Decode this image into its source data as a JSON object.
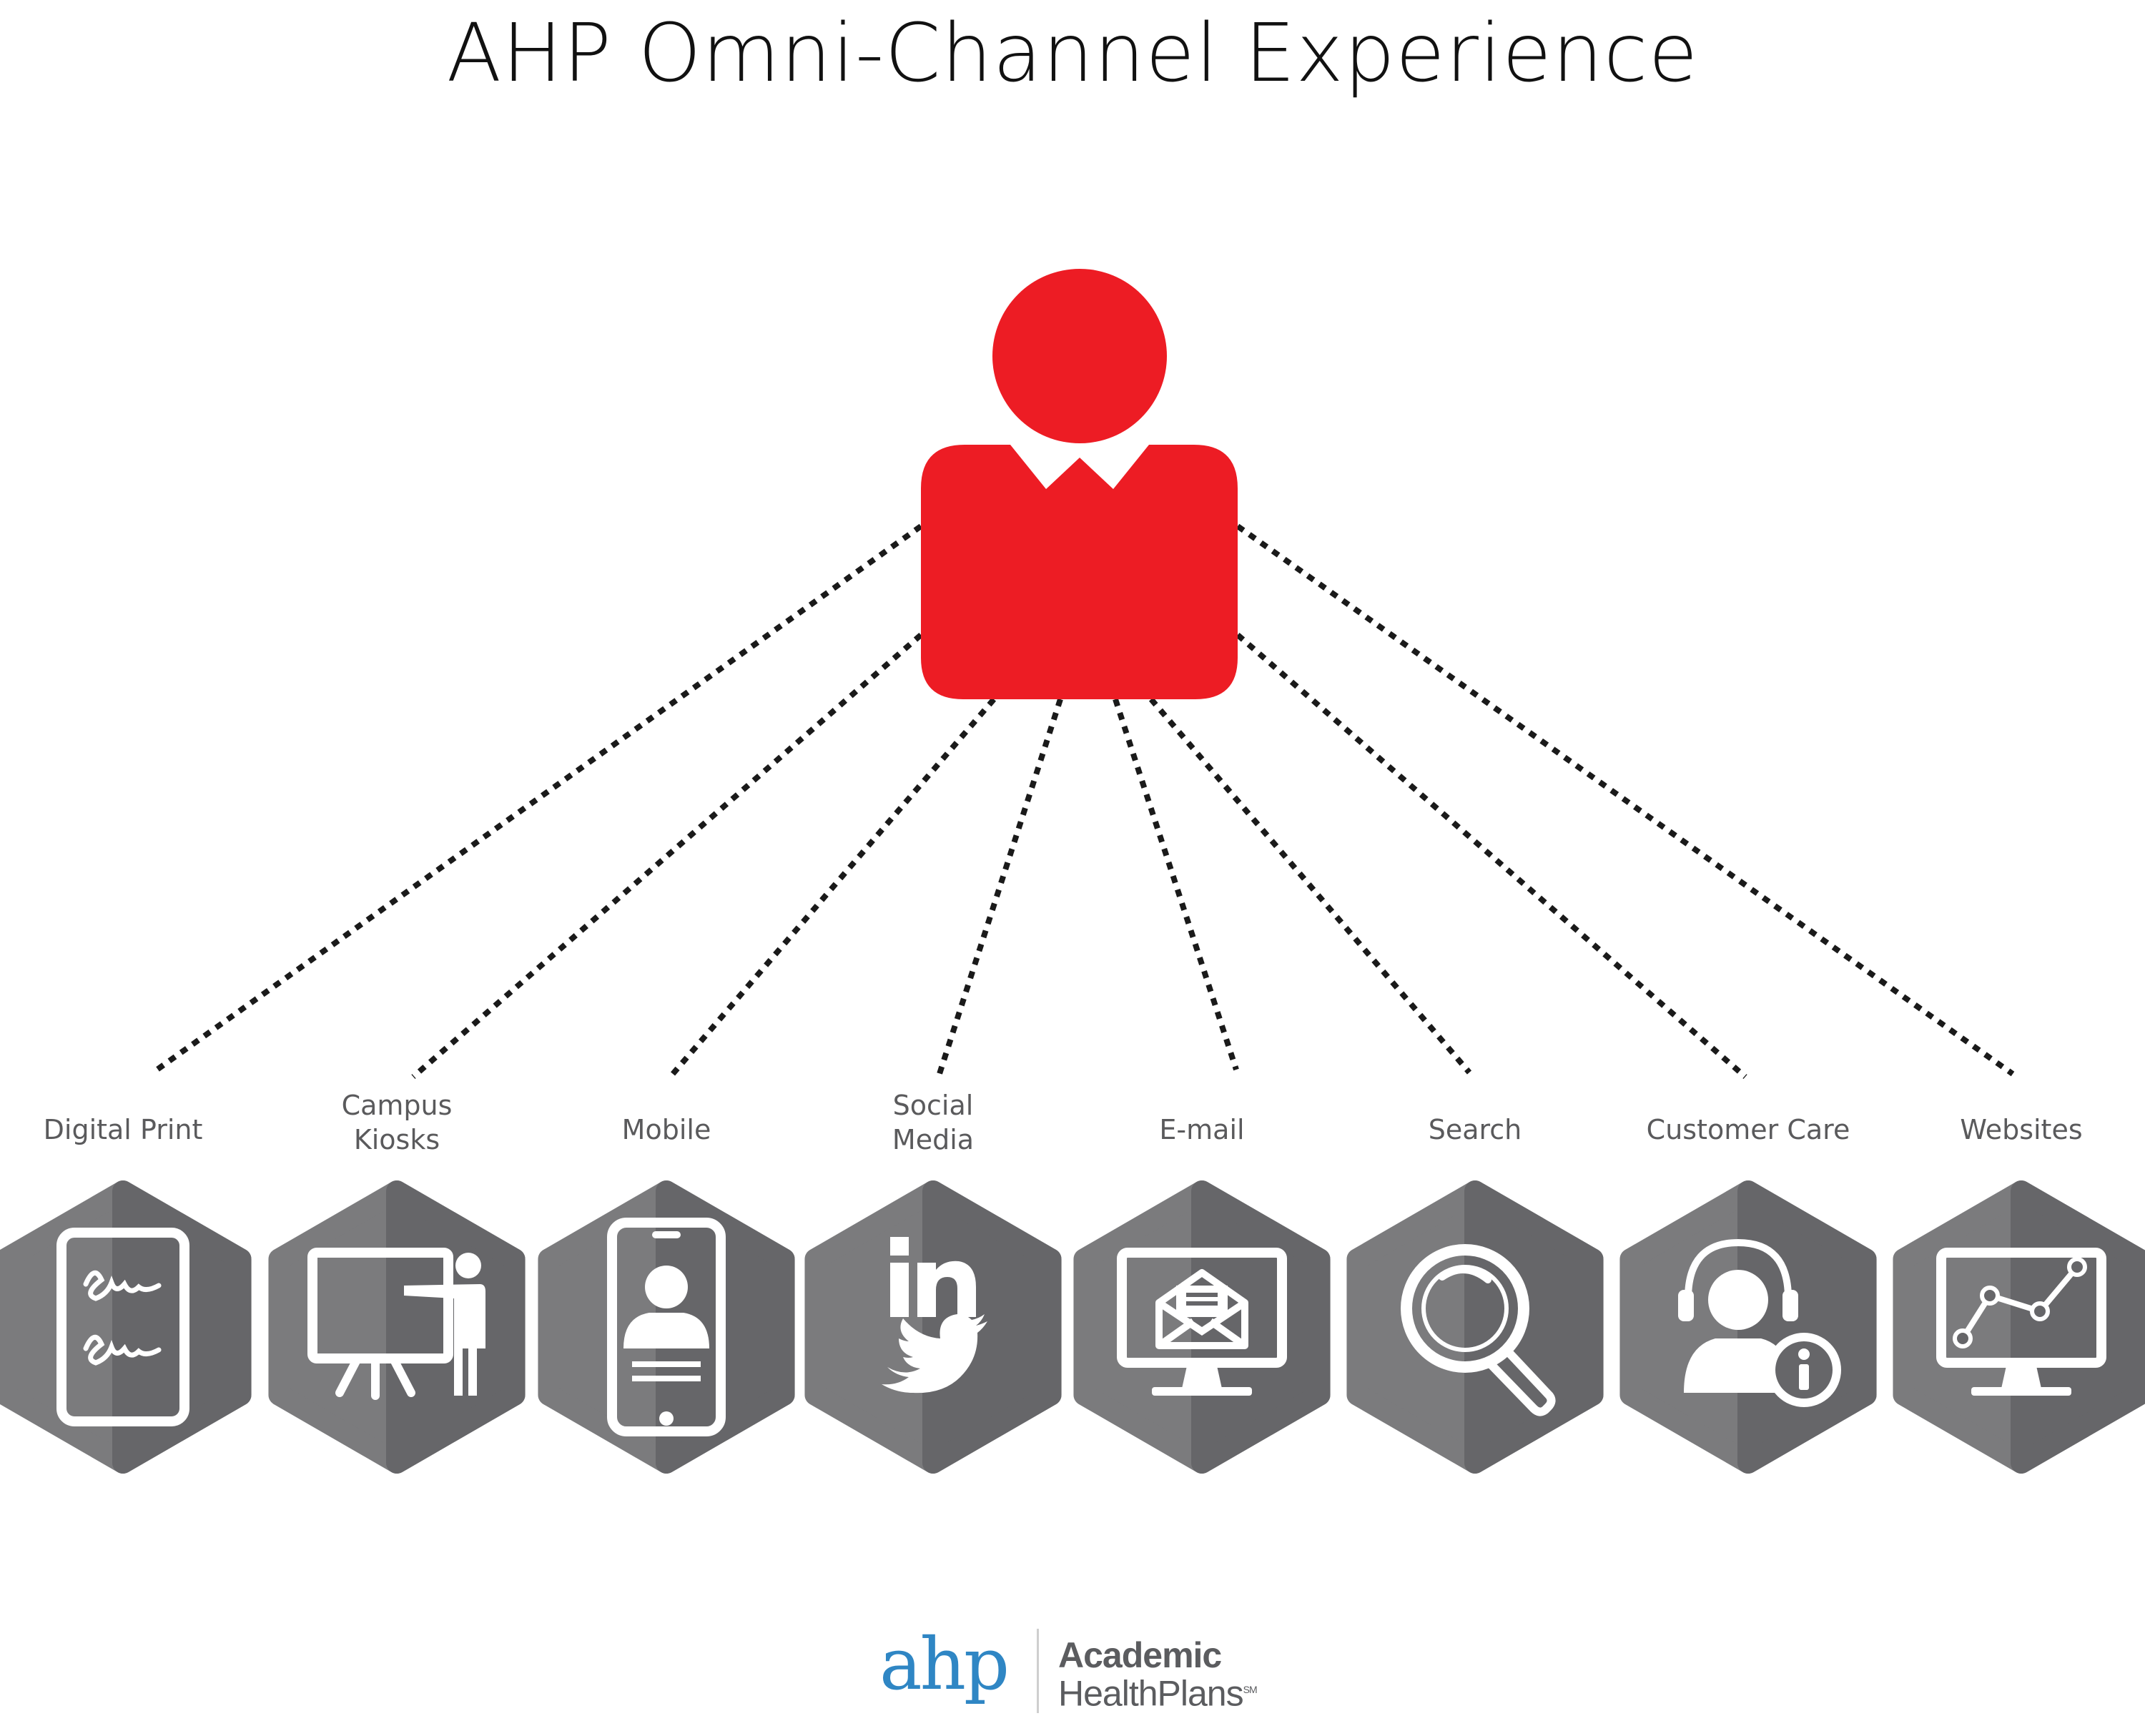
{
  "title": "AHP Omni-Channel Experience",
  "colors": {
    "person": "#ed1c24",
    "hex_light": "#7b7b7d",
    "hex_dark": "#666669",
    "connector": "#1a1a1a",
    "logo_blue": "#2f86c4",
    "logo_gray": "#5b5c5f"
  },
  "center_node": {
    "icon": "person-icon"
  },
  "channels": [
    {
      "label": "Digital Print",
      "icon": "signed-document-icon"
    },
    {
      "label": "Campus\nKiosks",
      "icon": "presentation-board-icon"
    },
    {
      "label": "Mobile",
      "icon": "mobile-phone-icon"
    },
    {
      "label": "Social\nMedia",
      "icon": "linkedin-twitter-icon"
    },
    {
      "label": "E-mail",
      "icon": "email-monitor-icon"
    },
    {
      "label": "Search",
      "icon": "magnifier-icon"
    },
    {
      "label": "Customer Care",
      "icon": "customer-care-headset-icon"
    },
    {
      "label": "Websites",
      "icon": "analytics-monitor-icon"
    }
  ],
  "logo": {
    "mark": "ahp",
    "name_line1": "Academic",
    "name_line2": "HealthPlans",
    "mark_suffix": "SM"
  }
}
